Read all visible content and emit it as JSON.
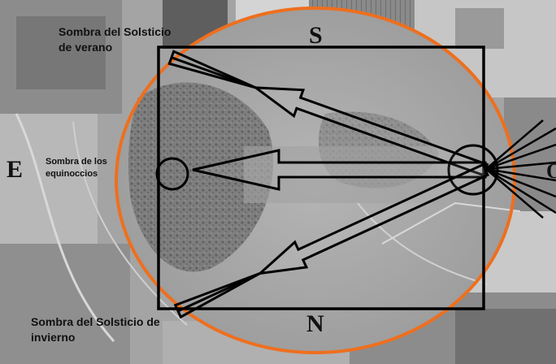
{
  "map": {
    "directions": {
      "south": "S",
      "north": "N",
      "east": "E",
      "west": "O"
    },
    "labels": {
      "summer_solstice": [
        "Sombra del Solsticio",
        "de verano"
      ],
      "equinoxes": [
        "Sombra de los",
        "equinoccios"
      ],
      "winter_solstice": [
        "Sombra del Solsticio de",
        "invierno"
      ]
    },
    "colors": {
      "enclosure_outline": "#ee6f1e",
      "arrows_and_frame": "#000000"
    }
  }
}
